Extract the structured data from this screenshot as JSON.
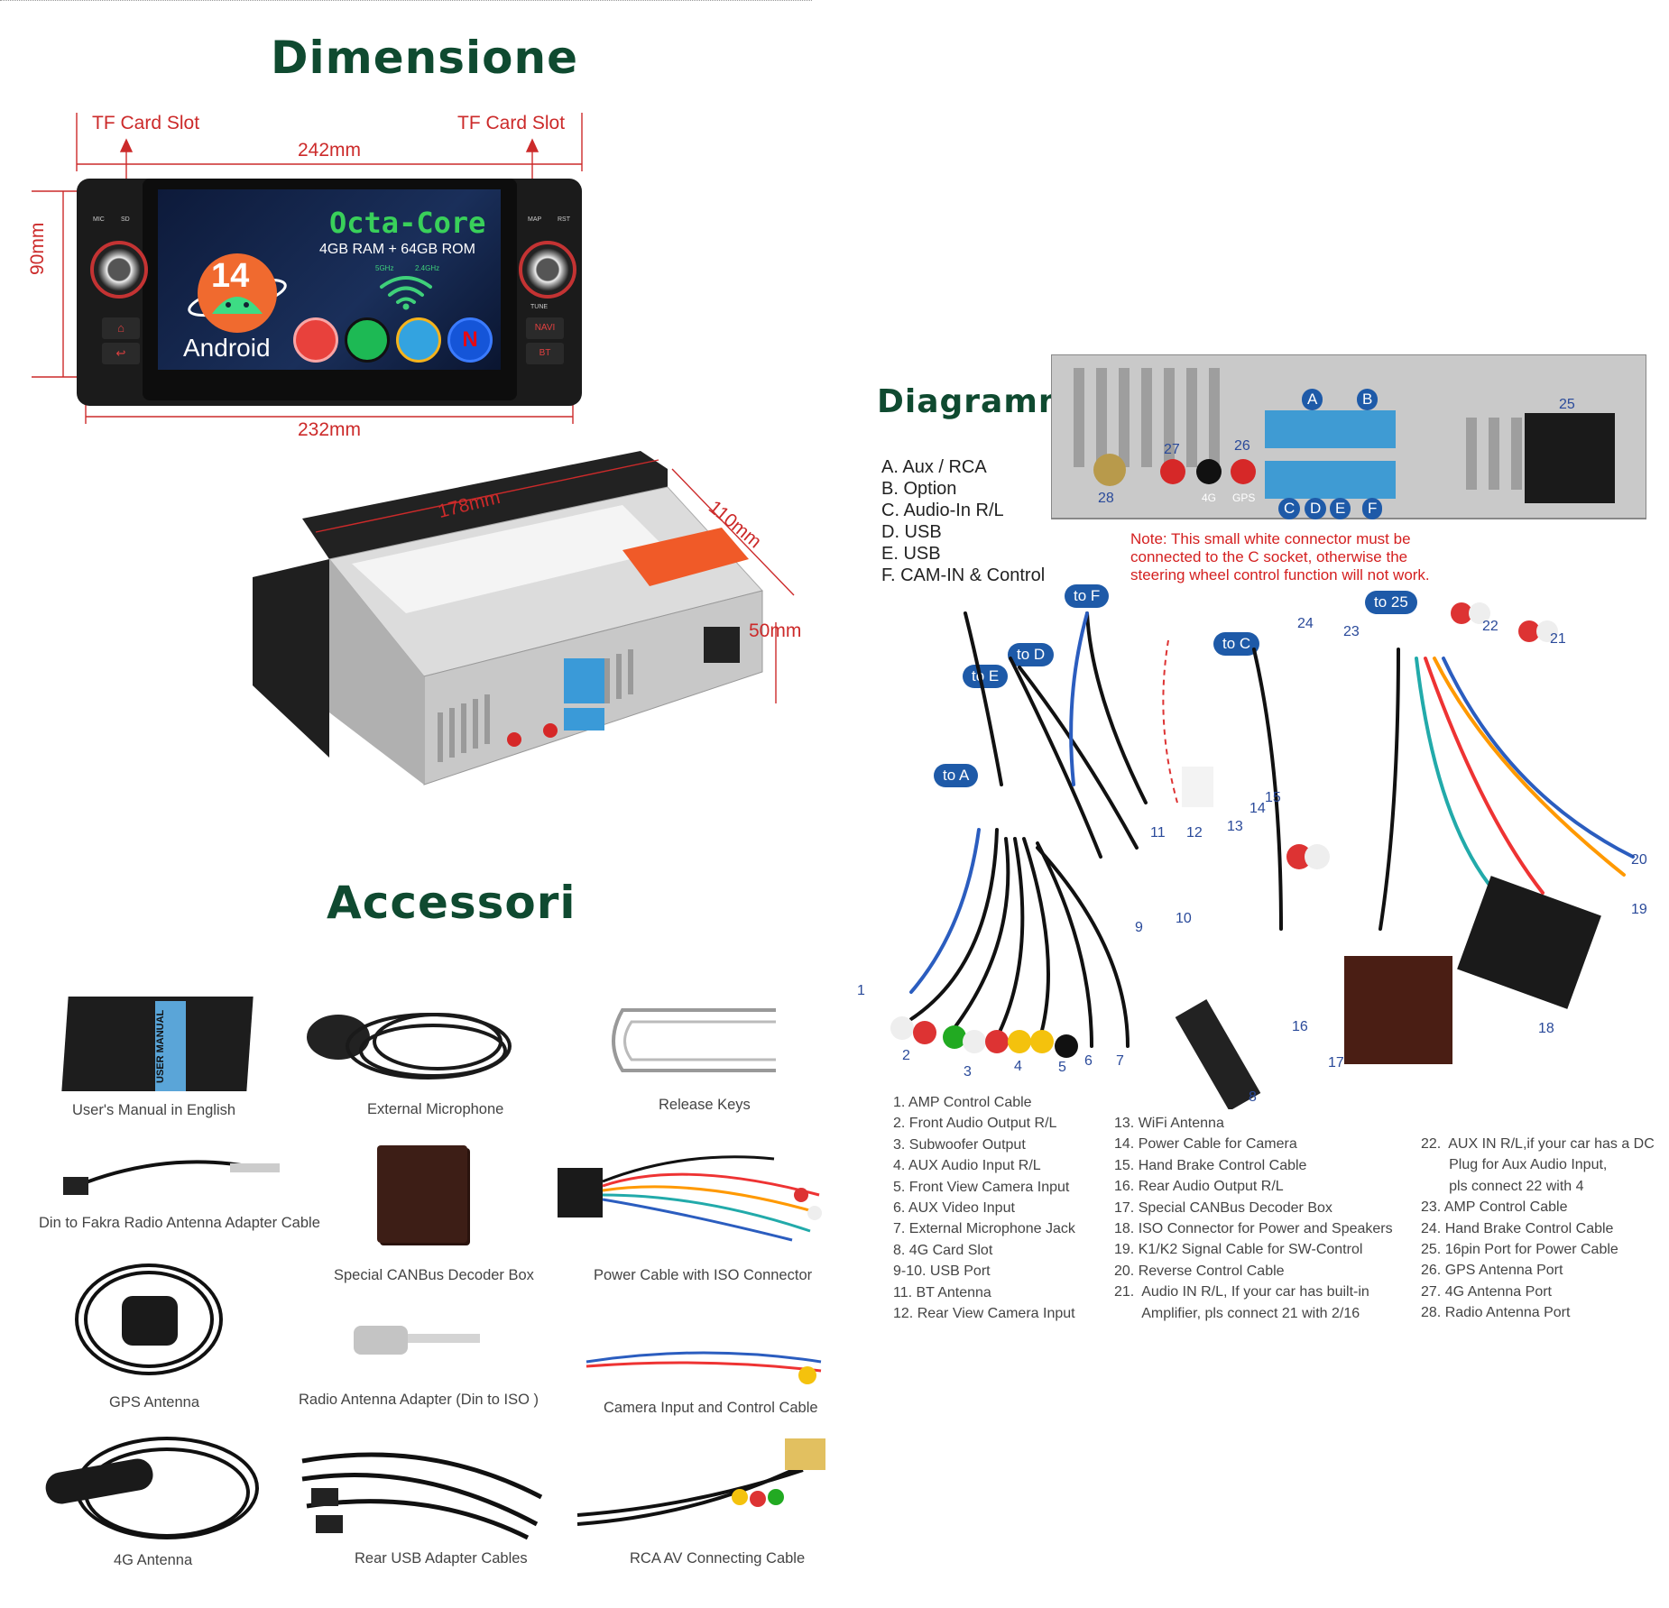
{
  "headings": {
    "dimensions": "Dimensione",
    "diagram": "Diagramma",
    "accessories": "Accessori"
  },
  "dimensions": {
    "tf_left": "TF Card Slot",
    "tf_right": "TF Card Slot",
    "width_top": "242mm",
    "width_bottom": "232mm",
    "height": "90mm",
    "depth": "178mm",
    "side": "110mm",
    "thickness": "50mm"
  },
  "screen": {
    "cpu": "Octa-Core",
    "memory": "4GB RAM + 64GB ROM",
    "android_version": "14",
    "android_label": "Android",
    "wifi_5": "5GHz",
    "wifi_24": "2.4GHz",
    "left_buttons": [
      "MIC",
      "SD"
    ],
    "right_buttons": [
      "MAP",
      "RST",
      "TUNE",
      "NAVI",
      "BT"
    ]
  },
  "legend": [
    "A. Aux / RCA",
    "B. Option",
    "C. Audio-In R/L",
    "D. USB",
    "E. USB",
    "F. CAM-IN & Control"
  ],
  "note": [
    "Note: This small white connector must be",
    "connected to the C socket, otherwise the",
    "steering wheel control function will not work."
  ],
  "ports": {
    "letters": [
      "A",
      "B",
      "C",
      "D",
      "E",
      "F"
    ],
    "numbers": [
      "25",
      "27",
      "26",
      "28"
    ],
    "labels": [
      "4G",
      "GPS"
    ]
  },
  "bubbles": [
    "to F",
    "to D",
    "to E",
    "to C",
    "to 25",
    "to A"
  ],
  "cable_numbers": [
    "1",
    "2",
    "3",
    "4",
    "5",
    "6",
    "7",
    "8",
    "9",
    "10",
    "11",
    "12",
    "13",
    "14",
    "15",
    "16",
    "17",
    "18",
    "19",
    "20",
    "21",
    "22",
    "23",
    "24"
  ],
  "list_col1": [
    "1.  AMP Control Cable",
    "2.  Front Audio Output R/L",
    "3.  Subwoofer Output",
    "4.  AUX Audio Input R/L",
    "5.  Front View Camera Input",
    "6.  AUX Video Input",
    "7.  External Microphone Jack",
    "8.  4G Card Slot",
    "9-10.  USB Port",
    "11.  BT Antenna",
    "12.  Rear View Camera Input"
  ],
  "list_col2": [
    "13.  WiFi Antenna",
    "14.  Power Cable for Camera",
    "15.  Hand Brake Control Cable",
    "16.  Rear Audio Output R/L",
    "17.  Special CANBus Decoder Box",
    "18.  ISO Connector for Power and Speakers",
    "19.  K1/K2 Signal Cable for SW-Control",
    "20.  Reverse Control Cable",
    "21.  Audio IN R/L, If your car has built-in",
    "       Amplifier, pls connect 21 with 2/16"
  ],
  "list_col3": [
    "22.  AUX IN R/L,if your car has a DC",
    "       Plug for Aux Audio Input,",
    "       pls connect 22 with 4",
    "23.  AMP Control Cable",
    "24.  Hand Brake Control Cable",
    "25.  16pin Port for Power Cable",
    "26.  GPS Antenna Port",
    "27.  4G Antenna Port",
    "28.  Radio Antenna Port"
  ],
  "accessories": {
    "manual": "User's Manual in English",
    "manual_cover": "USER MANUAL",
    "microphone": "External Microphone",
    "keys": "Release Keys",
    "fakra": "Din to Fakra Radio Antenna Adapter Cable",
    "canbus": "Special CANBus Decoder Box",
    "power": "Power Cable with ISO Connector",
    "gps": "GPS Antenna",
    "radio_adapter": "Radio Antenna Adapter (Din to ISO )",
    "camera": "Camera Input and Control Cable",
    "antenna4g": "4G Antenna",
    "usb": "Rear USB Adapter Cables",
    "rca": "RCA AV Connecting Cable"
  },
  "colors": {
    "heading": "#0f4a30",
    "dimension_red": "#cc2a2a",
    "bubble_blue": "#1e5aa8",
    "note_red": "#d42020",
    "octa_green": "#39d05a"
  }
}
